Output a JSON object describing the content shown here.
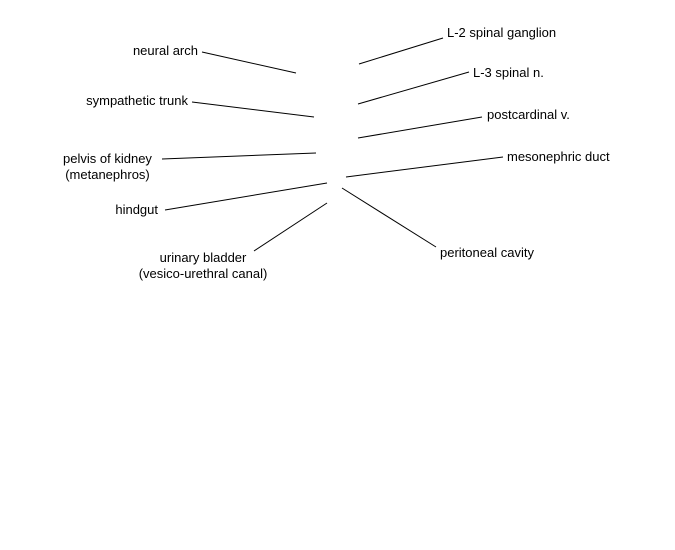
{
  "labels": {
    "neural_arch": "neural arch",
    "sympathetic_trunk": "sympathetic trunk",
    "pelvis_of_kidney": [
      "pelvis of kidney",
      "(metanephros)"
    ],
    "hindgut": "hindgut",
    "urinary_bladder": [
      "urinary bladder",
      "(vesico-urethral canal)"
    ],
    "l2_spinal_ganglion": "L-2 spinal ganglion",
    "l3_spinal_n": "L-3 spinal n.",
    "postcardinal_v": "postcardinal v.",
    "mesonephric_duct": "mesonephric duct",
    "peritoneal_cavity": "peritoneal cavity"
  },
  "colors": {
    "text": "#000000",
    "leader_line": "#000000",
    "background": "#ffffff"
  }
}
